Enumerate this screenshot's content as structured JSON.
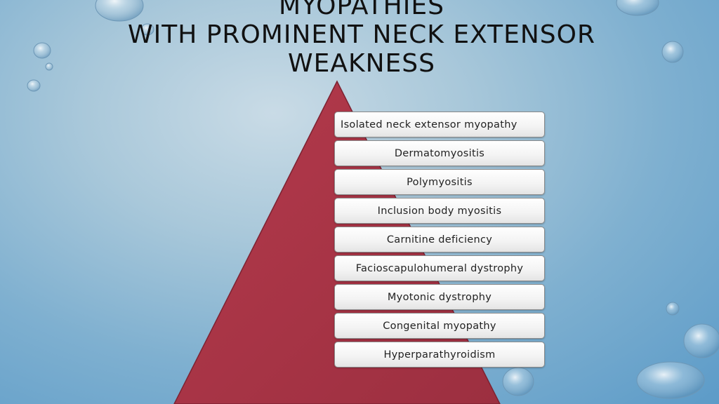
{
  "title": {
    "line1": "MYOPATHIES",
    "line2": "WITH PROMINENT NECK EXTENSOR",
    "line3": "WEAKNESS"
  },
  "pyramid": {
    "fill_color": "#a83545",
    "levels": [
      "Isolated neck extensor myopathy",
      "Dermatomyositis",
      "Polymyositis",
      "Inclusion body myositis",
      "Carnitine deficiency",
      "Facioscapulohumeral dystrophy",
      "Myotonic dystrophy",
      "Congenital myopathy",
      "Hyperparathyroidism"
    ]
  }
}
